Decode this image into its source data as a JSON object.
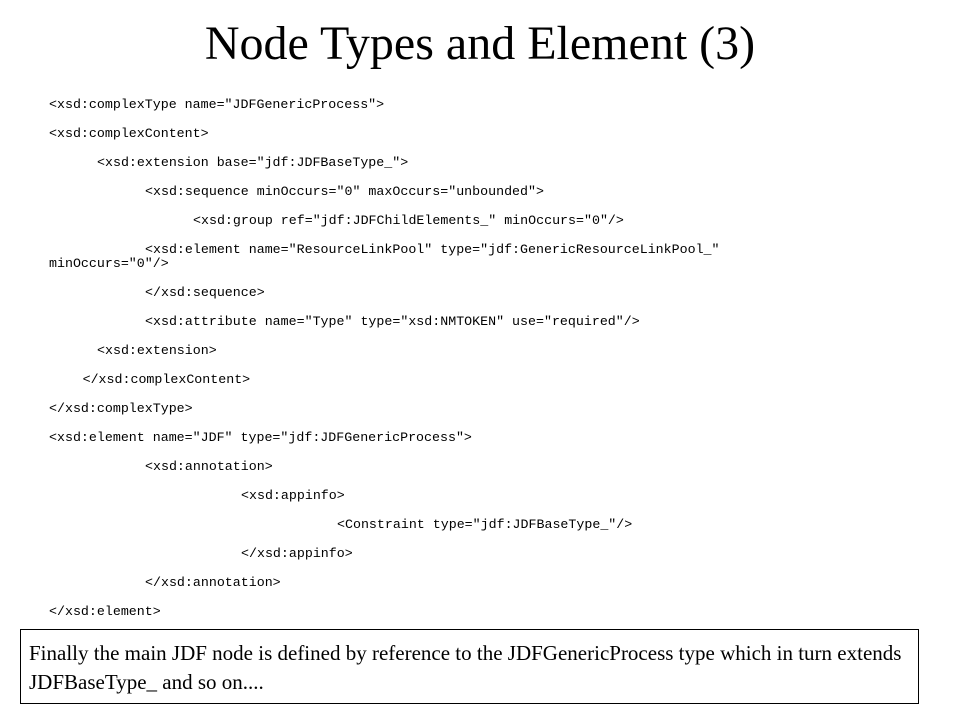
{
  "slide": {
    "title": "Node Types and Element (3)"
  },
  "code": {
    "lines": [
      {
        "text": "<xsd:complexType name=\"JDFGenericProcess\">",
        "indent": 0
      },
      {
        "text": "<xsd:complexContent>",
        "indent": 0
      },
      {
        "text": "<xsd:extension base=\"jdf:JDFBaseType_\">",
        "indent": 1
      },
      {
        "text": "<xsd:sequence minOccurs=\"0\" maxOccurs=\"unbounded\">",
        "indent": 2
      },
      {
        "text": "<xsd:group ref=\"jdf:JDFChildElements_\" minOccurs=\"0\"/>",
        "indent": 3
      },
      {
        "text": "<xsd:element name=\"ResourceLinkPool\" type=\"jdf:GenericResourceLinkPool_\"",
        "indent": 2
      },
      {
        "text": "minOccurs=\"0\"/>",
        "indent": 0,
        "continuation": true
      },
      {
        "text": "</xsd:sequence>",
        "indent": 2
      },
      {
        "text": "<xsd:attribute name=\"Type\" type=\"xsd:NMTOKEN\" use=\"required\"/>",
        "indent": 2
      },
      {
        "text": "<xsd:extension>",
        "indent": 1
      },
      {
        "text": "</xsd:complexContent>",
        "indent": 0.7
      },
      {
        "text": "</xsd:complexType>",
        "indent": 0
      },
      {
        "text": "<xsd:element name=\"JDF\" type=\"jdf:JDFGenericProcess\">",
        "indent": 0
      },
      {
        "text": "<xsd:annotation>",
        "indent": 2
      },
      {
        "text": "<xsd:appinfo>",
        "indent": 4
      },
      {
        "text": "<Constraint type=\"jdf:JDFBaseType_\"/>",
        "indent": 6
      },
      {
        "text": "</xsd:appinfo>",
        "indent": 4
      },
      {
        "text": "</xsd:annotation>",
        "indent": 2
      },
      {
        "text": "</xsd:element>",
        "indent": 0
      }
    ]
  },
  "note": {
    "text": "Finally the main JDF node is defined by reference to the JDFGenericProcess type which in turn extends JDFBaseType_ and so on...."
  }
}
